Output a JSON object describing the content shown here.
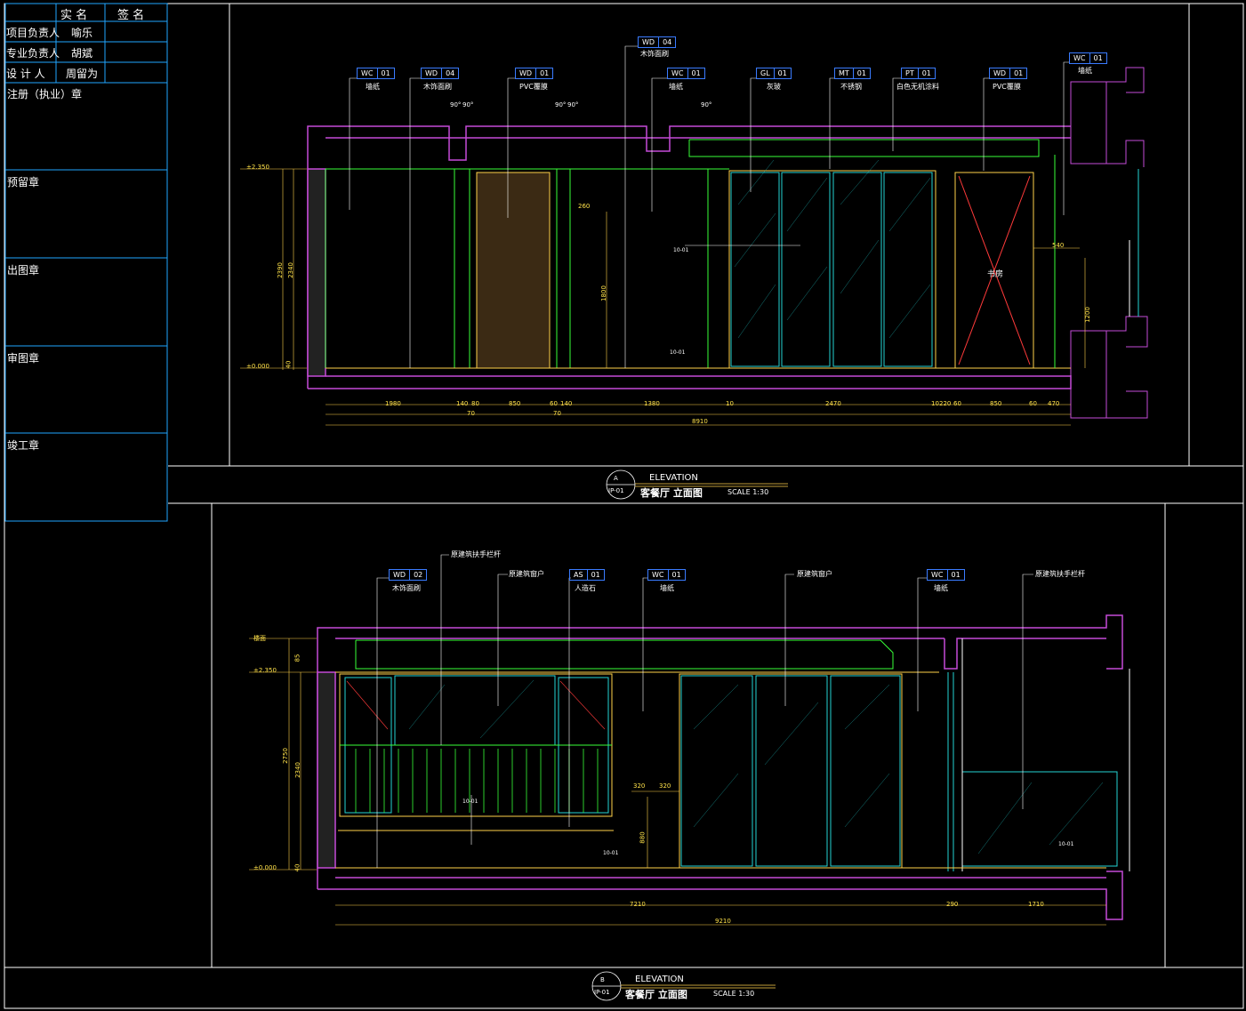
{
  "title_block": {
    "col_name": "实 名",
    "col_sign": "签 名",
    "rows": [
      {
        "role": "项目负责人",
        "name": "喻乐"
      },
      {
        "role": "专业负责人",
        "name": "胡斌"
      },
      {
        "role": "设 计 人",
        "name": "周留为"
      }
    ],
    "stamps": [
      "注册（执业）章",
      "预留章",
      "出图章",
      "审图章",
      "竣工章"
    ]
  },
  "elevation_a": {
    "circle_letter": "A",
    "circle_code": "IP-01",
    "label": "ELEVATION",
    "name": "客餐厅 立面图",
    "scale": "SCALE 1:30",
    "tags": [
      {
        "code": "WC",
        "num": "01",
        "text": "墙纸"
      },
      {
        "code": "WD",
        "num": "04",
        "text": "木饰面刷"
      },
      {
        "code": "WD",
        "num": "01",
        "text": "PVC覆膜"
      },
      {
        "code": "WD",
        "num": "04",
        "text": "木饰面刷"
      },
      {
        "code": "WC",
        "num": "01",
        "text": "墙纸"
      },
      {
        "code": "GL",
        "num": "01",
        "text": "灰玻"
      },
      {
        "code": "MT",
        "num": "01",
        "text": "不锈钢"
      },
      {
        "code": "PT",
        "num": "01",
        "text": "白色无机涂料"
      },
      {
        "code": "WD",
        "num": "01",
        "text": "PVC覆膜"
      },
      {
        "code": "WC",
        "num": "01",
        "text": "墙纸"
      }
    ],
    "level_top": "±2.350",
    "level_bottom": "±0.000",
    "room_label": "书房",
    "angles": [
      "90°",
      "90°",
      "90°",
      "90°",
      "90°"
    ],
    "dims_row1": [
      "1980",
      "140",
      "80",
      "850",
      "60",
      "140",
      "1380",
      "10",
      "2470",
      "10",
      "220",
      "60",
      "850",
      "60",
      "470"
    ],
    "dims_row2": [
      "70",
      "70"
    ],
    "dim_total": "8910",
    "vertical_dims": [
      "2390",
      "2340",
      "40"
    ],
    "misc_dims": [
      "260",
      "1800",
      "540",
      "1200"
    ],
    "detail_ref": "10-01"
  },
  "elevation_b": {
    "circle_letter": "B",
    "circle_code": "IP-01",
    "label": "ELEVATION",
    "name": "客餐厅 立面图",
    "scale": "SCALE 1:30",
    "tags": [
      {
        "code": "WD",
        "num": "02",
        "text": "木饰面刷"
      },
      {
        "code": "",
        "num": "",
        "text": "原建筑扶手栏杆"
      },
      {
        "code": "",
        "num": "",
        "text": "原建筑窗户"
      },
      {
        "code": "AS",
        "num": "01",
        "text": "人造石"
      },
      {
        "code": "WC",
        "num": "01",
        "text": "墙纸"
      },
      {
        "code": "",
        "num": "",
        "text": "原建筑窗户"
      },
      {
        "code": "WC",
        "num": "01",
        "text": "墙纸"
      },
      {
        "code": "",
        "num": "",
        "text": "原建筑扶手栏杆"
      }
    ],
    "level_top": "±2.350",
    "level_bottom": "±0.000",
    "level_slab": "楼面",
    "dims_row1": [
      "7210",
      "290",
      "1710"
    ],
    "dim_total": "9210",
    "vertical_dims": [
      "2750",
      "2340",
      "85",
      "40"
    ],
    "misc_dims": [
      "320",
      "320",
      "880"
    ],
    "detail_ref": "10-01"
  },
  "colors": {
    "frame": "#ffffff",
    "title_block": "#21a6ff",
    "wall": "#c54bd8",
    "glass": "#25d5d5",
    "trim": "#ffd24a",
    "line_green": "#39ff39",
    "tag_border": "#3a7bff",
    "accent_red": "#ff3a3a"
  }
}
